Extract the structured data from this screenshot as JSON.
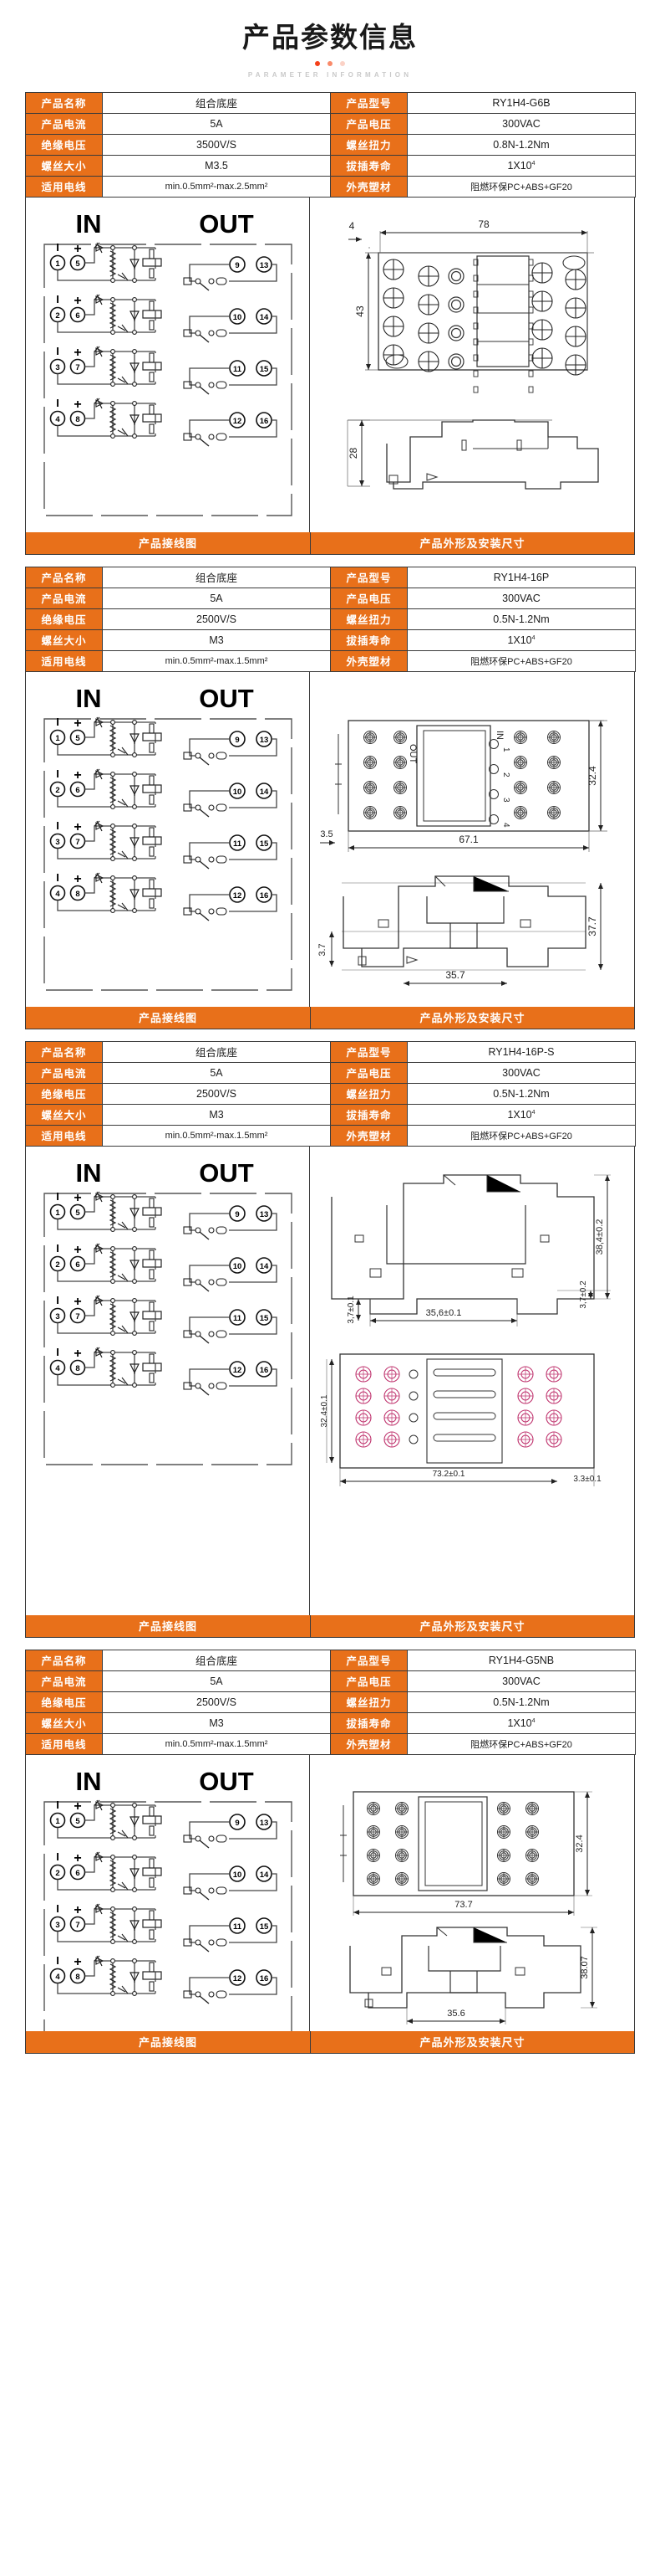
{
  "header": {
    "title": "产品参数信息",
    "subtitle": "PARAMETER INFORMATION",
    "dot_colors": [
      "#f5401a",
      "#f98a6a",
      "#fbd2c6"
    ],
    "accent_color": "#e8701a"
  },
  "labels": {
    "name": "产品名称",
    "model": "产品型号",
    "current": "产品电流",
    "voltage": "产品电压",
    "insulation": "绝缘电压",
    "torque": "螺丝扭力",
    "screw_size": "螺丝大小",
    "life": "拔插寿命",
    "wire": "适用电线",
    "shell": "外壳塑材"
  },
  "captions": {
    "wiring": "产品接线图",
    "dimensions": "产品外形及安装尺寸"
  },
  "wiring_diagram": {
    "in_label": "IN",
    "out_label": "OUT",
    "minus_sign": "I",
    "plus_sign": "+",
    "in_terminals": [
      [
        "1",
        "5"
      ],
      [
        "2",
        "6"
      ],
      [
        "3",
        "7"
      ],
      [
        "4",
        "8"
      ]
    ],
    "out_terminals": [
      [
        "9",
        "13"
      ],
      [
        "10",
        "14"
      ],
      [
        "11",
        "15"
      ],
      [
        "12",
        "16"
      ]
    ]
  },
  "blocks": [
    {
      "id": "block-1",
      "name": "组合底座",
      "model": "RY1H4-G6B",
      "current": "5A",
      "voltage": "300VAC",
      "insulation": "3500V/S",
      "torque": "0.8N-1.2Nm",
      "screw_size": "M3.5",
      "life_base": "1X10",
      "life_exp": "4",
      "wire": "min.0.5mm²-max.2.5mm²",
      "shell": "阻燃环保PC+ABS+GF20",
      "dims": {
        "top_left": "4",
        "top_width": "78",
        "height": "43",
        "side_height": "28"
      }
    },
    {
      "id": "block-2",
      "name": "组合底座",
      "model": "RY1H4-16P",
      "current": "5A",
      "voltage": "300VAC",
      "insulation": "2500V/S",
      "torque": "0.5N-1.2Nm",
      "screw_size": "M3",
      "life_base": "1X10",
      "life_exp": "4",
      "wire": "min.0.5mm²-max.1.5mm²",
      "shell": "阻燃环保PC+ABS+GF20",
      "dims": {
        "left_gap": "3.5",
        "width": "67.1",
        "height": "32.4",
        "side_height": "37.7",
        "side_small": "3.7",
        "bottom_width": "35.7",
        "in_text": "IN",
        "out_text": "OUT",
        "pin_labels": [
          "1",
          "2",
          "3",
          "4"
        ]
      }
    },
    {
      "id": "block-3",
      "name": "组合底座",
      "model": "RY1H4-16P-S",
      "current": "5A",
      "voltage": "300VAC",
      "insulation": "2500V/S",
      "torque": "0.5N-1.2Nm",
      "screw_size": "M3",
      "life_base": "1X10",
      "life_exp": "4",
      "wire": "min.0.5mm²-max.1.5mm²",
      "shell": "阻燃环保PC+ABS+GF20",
      "dims": {
        "height_tol": "38,4±0.2",
        "small_tol": "3,7±0.2",
        "small_tol2": "3,7±0.1",
        "bottom_width": "35,6±0.1",
        "plate_height": "32.4±0.1",
        "plate_width": "73.2±0.1",
        "plate_right": "3.3±0.1"
      }
    },
    {
      "id": "block-4",
      "name": "组合底座",
      "model": "RY1H4-G5NB",
      "current": "5A",
      "voltage": "300VAC",
      "insulation": "2500V/S",
      "torque": "0.5N-1.2Nm",
      "screw_size": "M3",
      "life_base": "1X10",
      "life_exp": "4",
      "wire": "min.0.5mm²-max.1.5mm²",
      "shell": "阻燃环保PC+ABS+GF20",
      "dims": {
        "width": "73.7",
        "height": "32.4",
        "side_height": "38.07",
        "bottom_width": "35.6"
      }
    }
  ]
}
